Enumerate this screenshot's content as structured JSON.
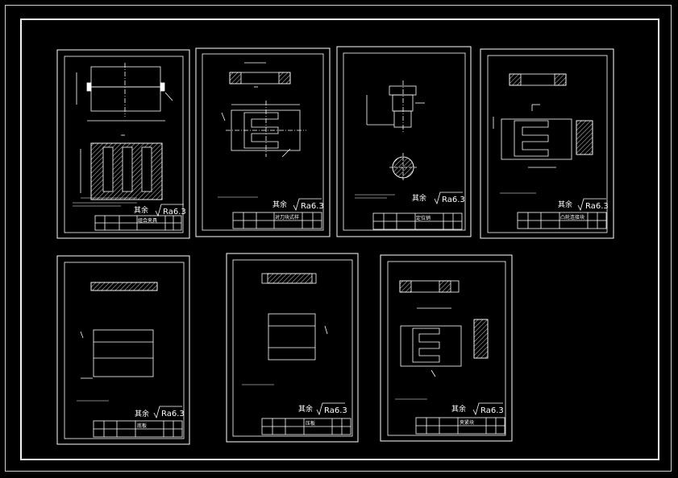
{
  "sheets": [
    {
      "id": "sheet-1",
      "roughness": "Ra6.3",
      "remark": "其余",
      "title": "组合夹具"
    },
    {
      "id": "sheet-2",
      "roughness": "Ra6.3",
      "remark": "其余",
      "title": "对刀块式样"
    },
    {
      "id": "sheet-3",
      "roughness": "Ra6.3",
      "remark": "其余",
      "title": "定位销"
    },
    {
      "id": "sheet-4",
      "roughness": "Ra6.3",
      "remark": "其余",
      "title": "凸轮连接块"
    },
    {
      "id": "sheet-5",
      "roughness": "Ra6.3",
      "remark": "其余",
      "title": "底板"
    },
    {
      "id": "sheet-6",
      "roughness": "Ra6.3",
      "remark": "其余",
      "title": "压板"
    },
    {
      "id": "sheet-7",
      "roughness": "Ra6.3",
      "remark": "其余",
      "title": "夹紧块"
    }
  ],
  "colors": {
    "background": "#000000",
    "line": "#ffffff"
  }
}
